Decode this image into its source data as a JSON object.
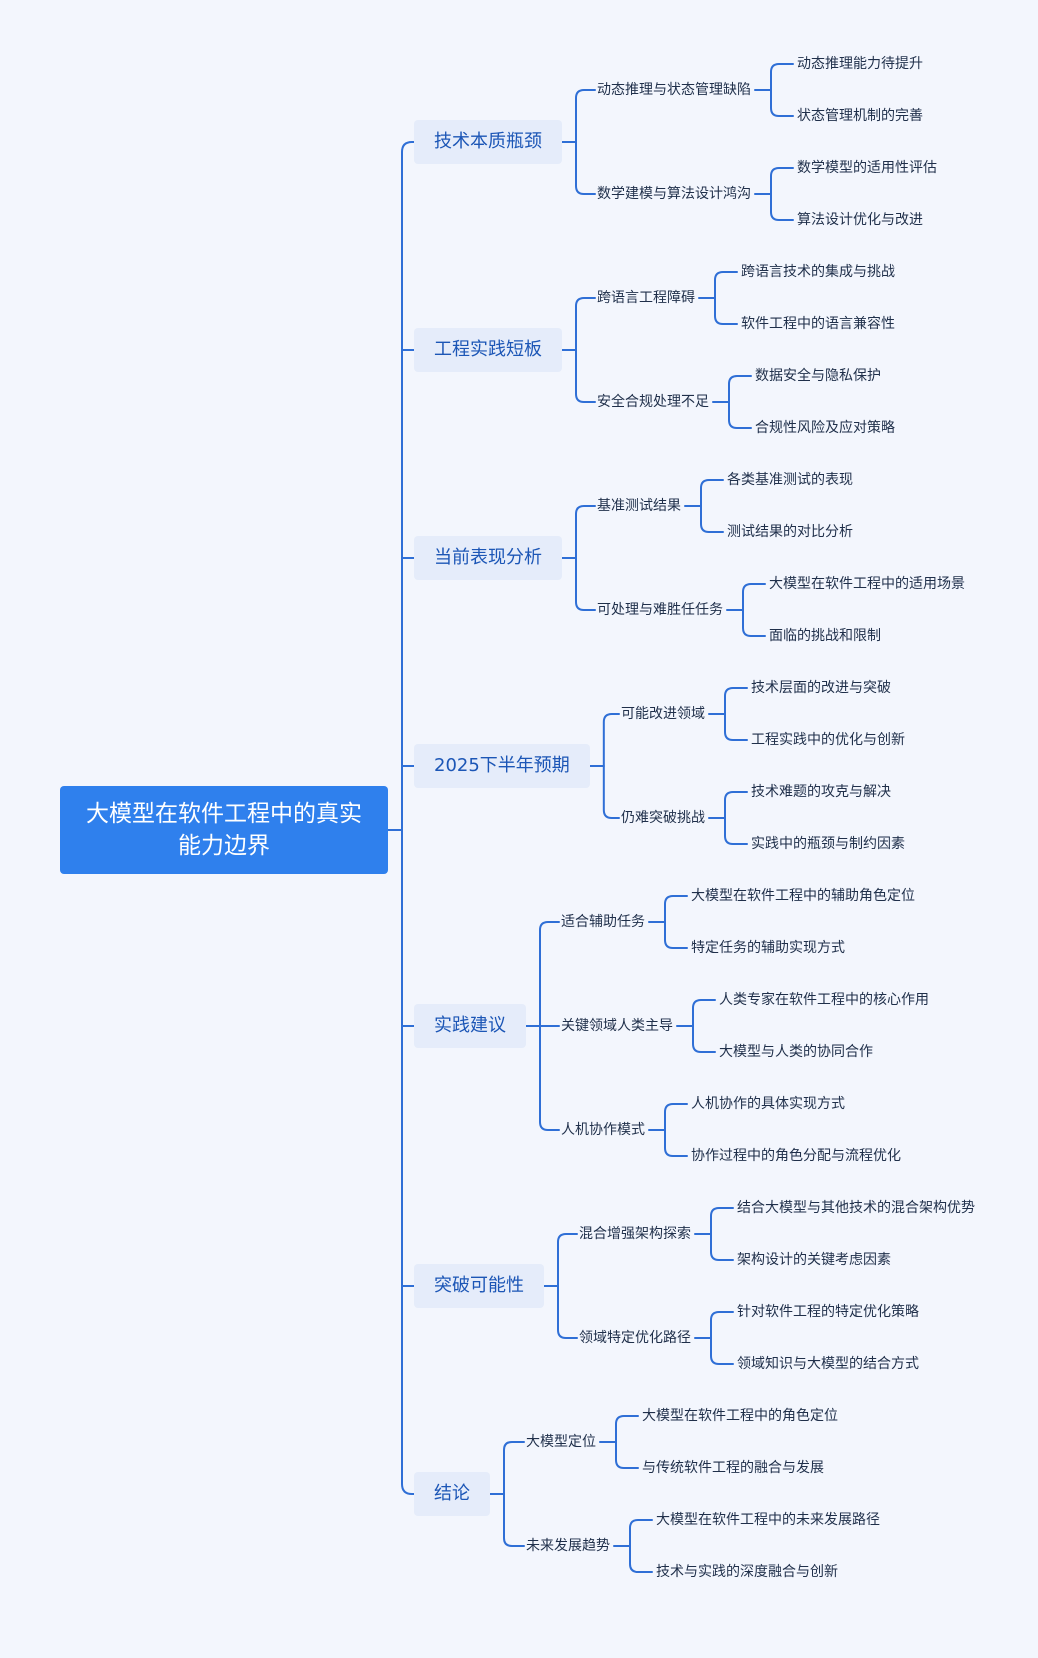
{
  "root": "大模型在软件工程中的真实能力边界",
  "branches": [
    {
      "label": "技术本质瓶颈",
      "children": [
        {
          "label": "动态推理与状态管理缺陷",
          "children": [
            "动态推理能力待提升",
            "状态管理机制的完善"
          ]
        },
        {
          "label": "数学建模与算法设计鸿沟",
          "children": [
            "数学模型的适用性评估",
            "算法设计优化与改进"
          ]
        }
      ]
    },
    {
      "label": "工程实践短板",
      "children": [
        {
          "label": "跨语言工程障碍",
          "children": [
            "跨语言技术的集成与挑战",
            "软件工程中的语言兼容性"
          ]
        },
        {
          "label": "安全合规处理不足",
          "children": [
            "数据安全与隐私保护",
            "合规性风险及应对策略"
          ]
        }
      ]
    },
    {
      "label": "当前表现分析",
      "children": [
        {
          "label": "基准测试结果",
          "children": [
            "各类基准测试的表现",
            "测试结果的对比分析"
          ]
        },
        {
          "label": "可处理与难胜任任务",
          "children": [
            "大模型在软件工程中的适用场景",
            "面临的挑战和限制"
          ]
        }
      ]
    },
    {
      "label": "2025下半年预期",
      "children": [
        {
          "label": "可能改进领域",
          "children": [
            "技术层面的改进与突破",
            "工程实践中的优化与创新"
          ]
        },
        {
          "label": "仍难突破挑战",
          "children": [
            "技术难题的攻克与解决",
            "实践中的瓶颈与制约因素"
          ]
        }
      ]
    },
    {
      "label": "实践建议",
      "children": [
        {
          "label": "适合辅助任务",
          "children": [
            "大模型在软件工程中的辅助角色定位",
            "特定任务的辅助实现方式"
          ]
        },
        {
          "label": "关键领域人类主导",
          "children": [
            "人类专家在软件工程中的核心作用",
            "大模型与人类的协同合作"
          ]
        },
        {
          "label": "人机协作模式",
          "children": [
            "人机协作的具体实现方式",
            "协作过程中的角色分配与流程优化"
          ]
        }
      ]
    },
    {
      "label": "突破可能性",
      "children": [
        {
          "label": "混合增强架构探索",
          "children": [
            "结合大模型与其他技术的混合架构优势",
            "架构设计的关键考虑因素"
          ]
        },
        {
          "label": "领域特定优化路径",
          "children": [
            "针对软件工程的特定优化策略",
            "领域知识与大模型的结合方式"
          ]
        }
      ]
    },
    {
      "label": "结论",
      "children": [
        {
          "label": "大模型定位",
          "children": [
            "大模型在软件工程中的角色定位",
            "与传统软件工程的融合与发展"
          ]
        },
        {
          "label": "未来发展趋势",
          "children": [
            "大模型在软件工程中的未来发展路径",
            "技术与实践的深度融合与创新"
          ]
        }
      ]
    }
  ],
  "colors": {
    "background": "#f3f6fd",
    "root": "#2f80ed",
    "branch_bg": "#e5ecfa",
    "branch_text": "#1c56b6",
    "line": "#2f6fd6"
  }
}
